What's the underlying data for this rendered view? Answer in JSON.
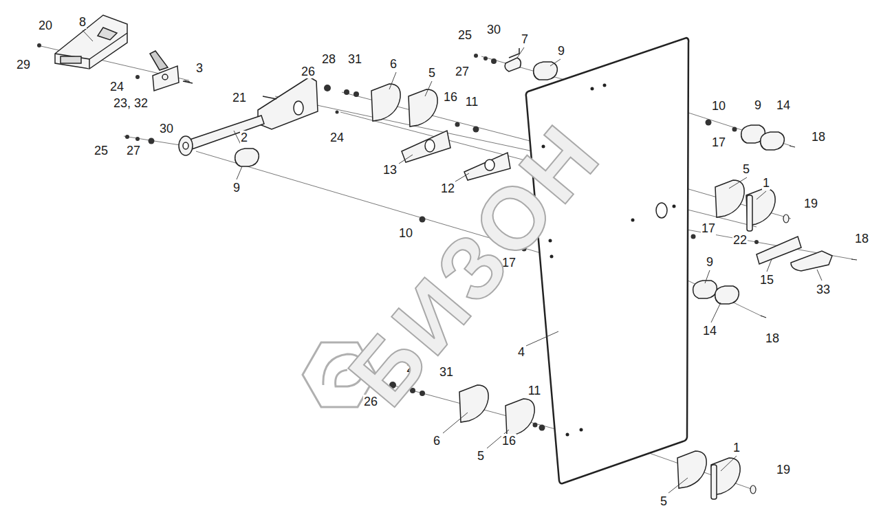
{
  "diagram": {
    "labels": [
      "20",
      "8",
      "29",
      "3",
      "24",
      "23, 32",
      "21",
      "26",
      "28",
      "31",
      "6",
      "5",
      "25",
      "30",
      "7",
      "27",
      "9",
      "16",
      "11",
      "24",
      "2",
      "30",
      "25",
      "27",
      "9",
      "13",
      "12",
      "10",
      "17",
      "9",
      "14",
      "18",
      "5",
      "1",
      "19",
      "17",
      "22",
      "18",
      "15",
      "33",
      "10",
      "17",
      "9",
      "14",
      "18",
      "4",
      "26",
      "28",
      "31",
      "11",
      "6",
      "5",
      "16",
      "1",
      "19",
      "5",
      "БИЗОН"
    ]
  }
}
